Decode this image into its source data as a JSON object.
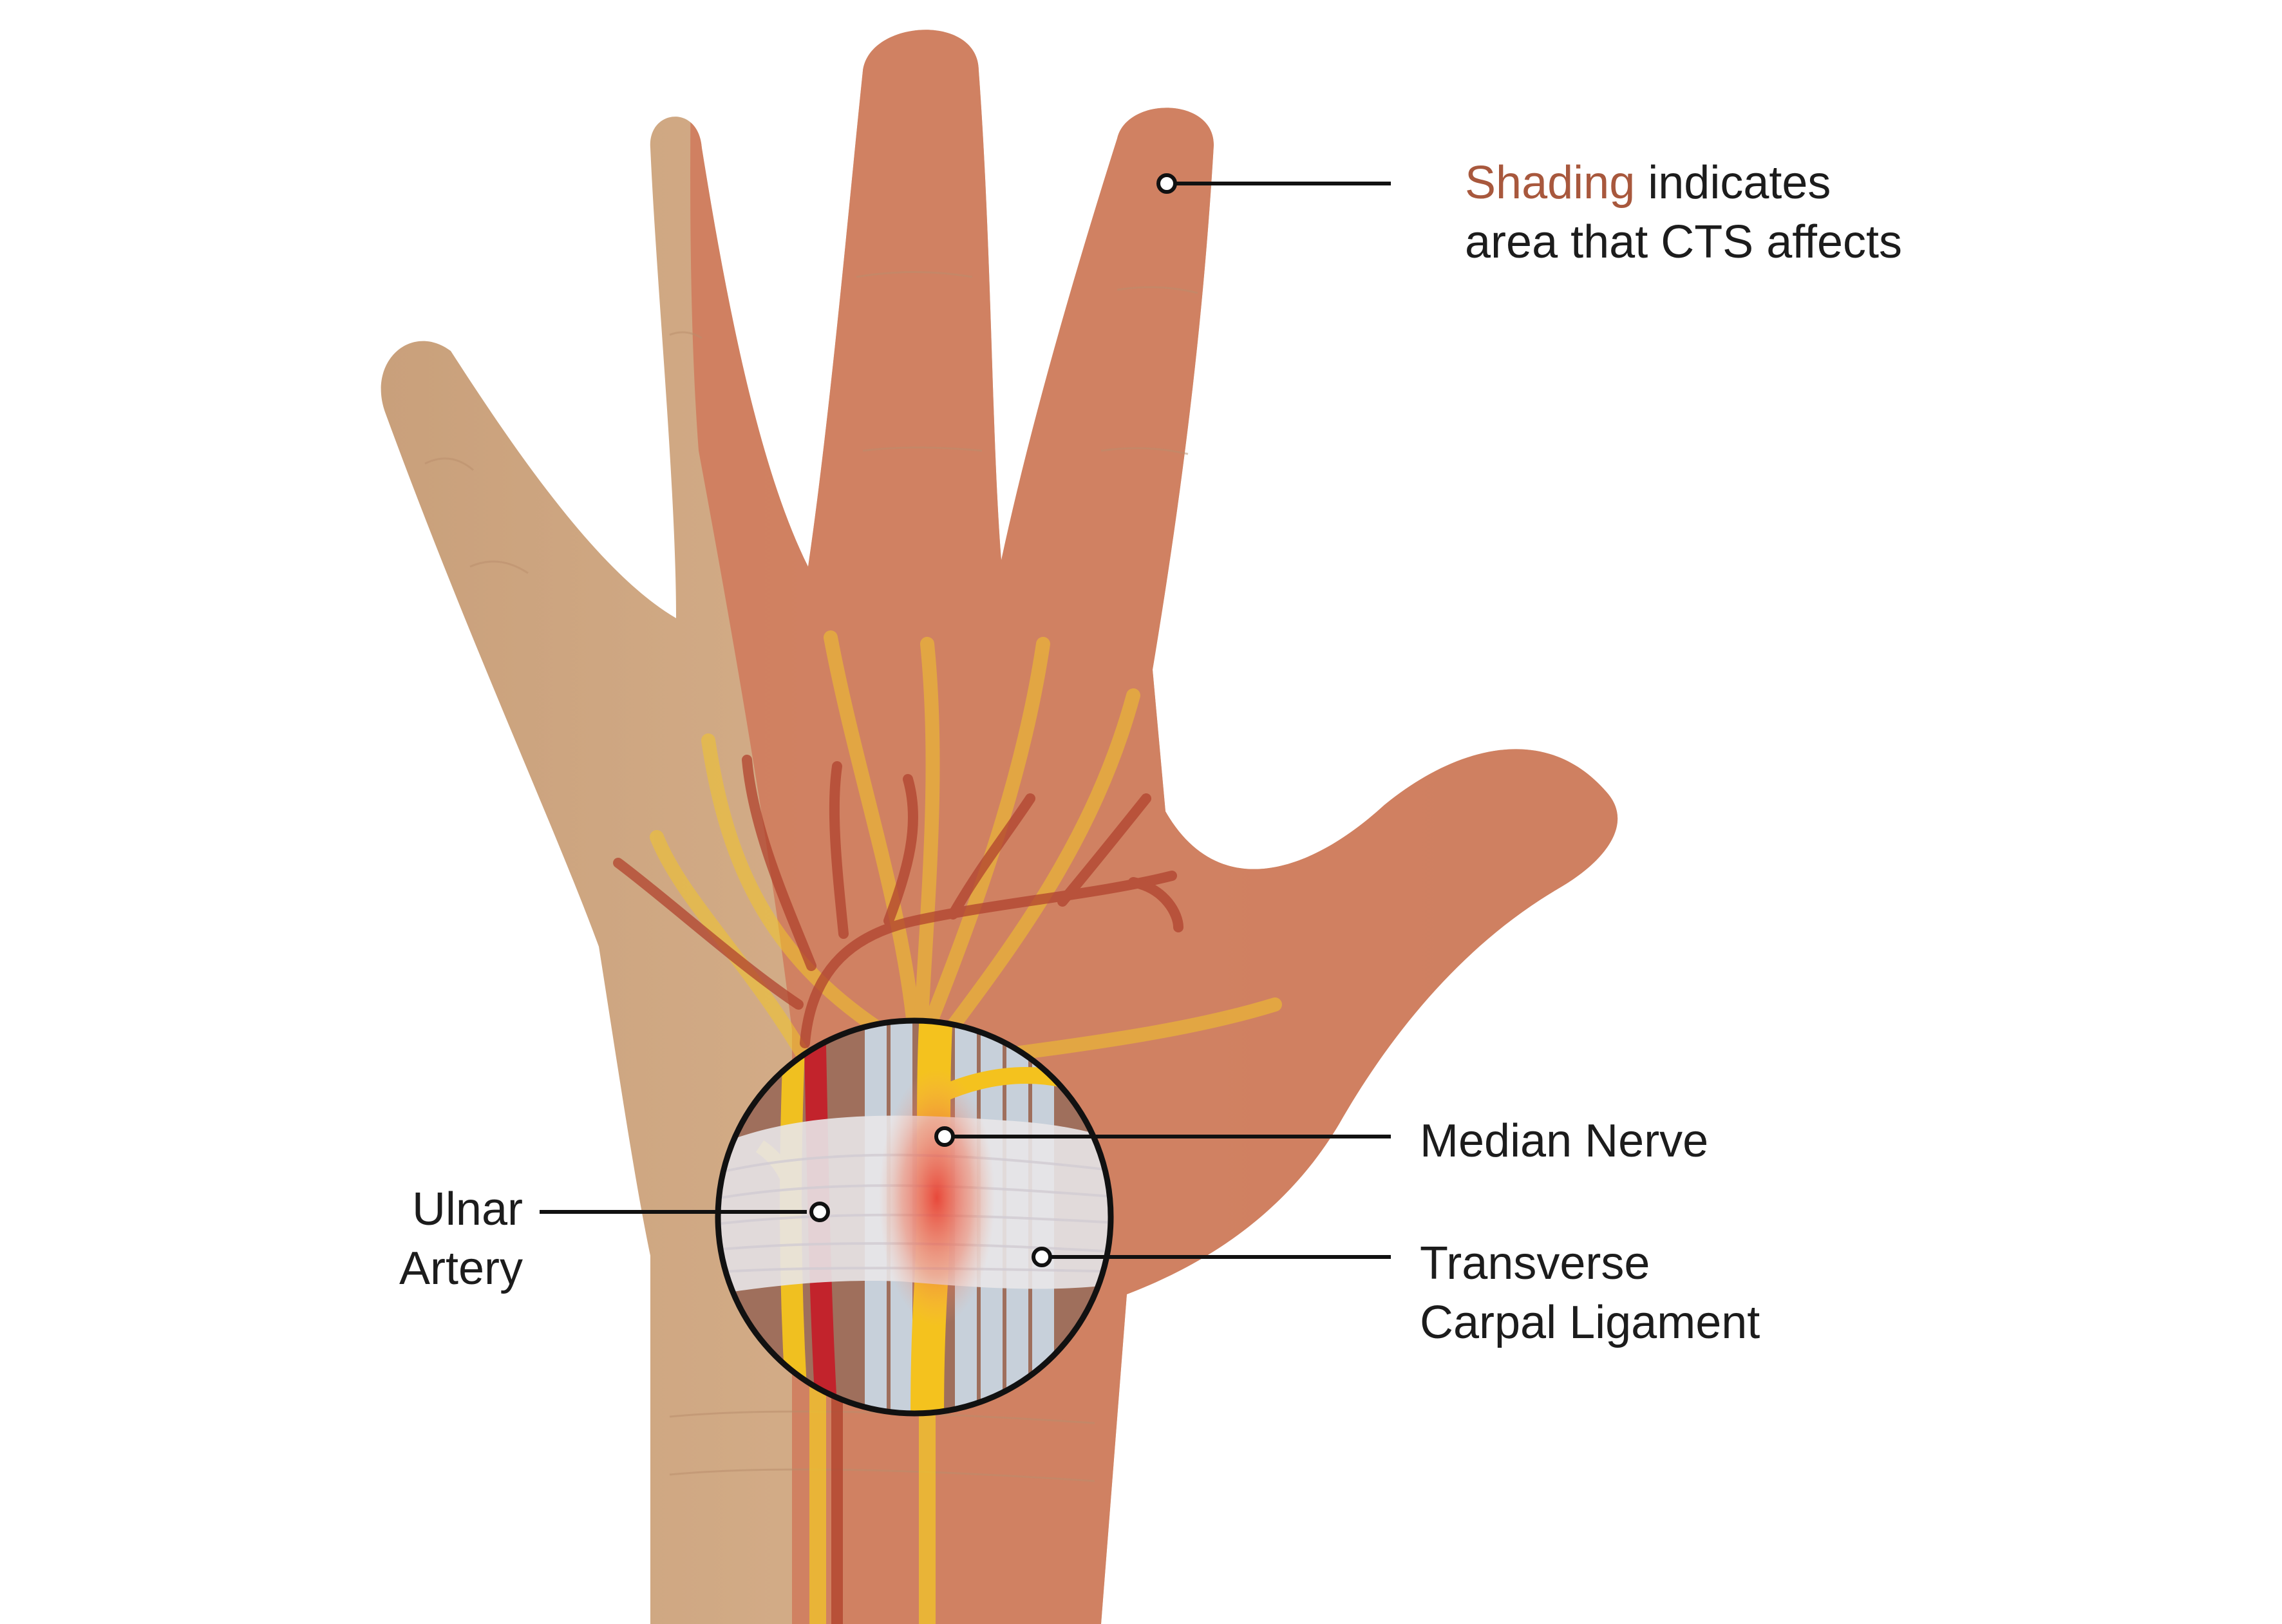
{
  "colors": {
    "skin": "#d4ad87",
    "affected_area": "#cf7d5e",
    "accent_text": "#a8583d",
    "nerve": "#f2c52a",
    "artery": "#c0272d",
    "ligament": "#e6e2e4",
    "leader_line": "#111111"
  },
  "labels": {
    "shading": {
      "accent": "Shading",
      "rest": " indicates",
      "line2": "area that CTS affects"
    },
    "median_nerve": "Median Nerve",
    "transverse": {
      "line1": "Transverse",
      "line2": "Carpal Ligament"
    },
    "ulnar": {
      "line1": "Ulnar",
      "line2": "Artery"
    }
  }
}
